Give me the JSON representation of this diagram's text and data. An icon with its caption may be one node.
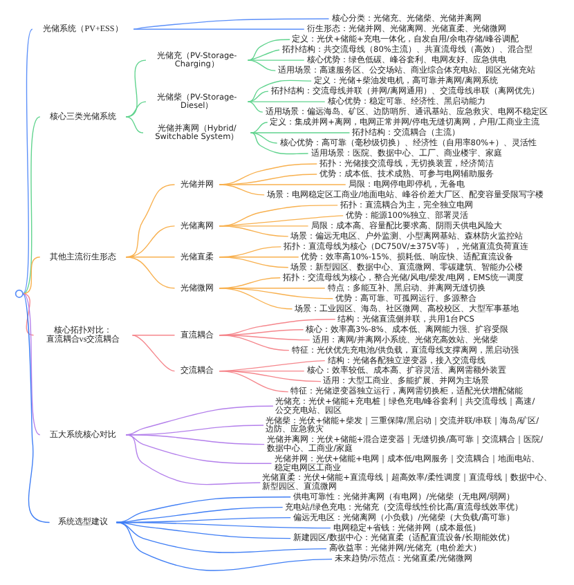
{
  "diagram": {
    "nodes": [
      {
        "text": [],
        "shape": "circle"
      },
      {
        "text": [
          "光储系统（PV+ESS）"
        ]
      },
      {
        "text": [
          "核心分类：光储充、光储柴、光储并离网"
        ]
      },
      {
        "text": [
          "衍生形态：光储并网、光储离网、光储直柔、光储微网"
        ]
      },
      {
        "text": [
          "核心三类光储系统"
        ]
      },
      {
        "text": [
          "光储充（PV-Storage-Charging）"
        ]
      },
      {
        "text": [
          "定义：光伏+储能+充电一体化，自发自用/余电存储/峰谷调配"
        ]
      },
      {
        "text": [
          "拓扑结构：共交流母线（80%主流）、共直流母线（高效）、混合型"
        ]
      },
      {
        "text": [
          "核心优势：绿色低碳、峰谷套利、电网友好、应急供电"
        ]
      },
      {
        "text": [
          "适用场景：高速服务区、公交场站、商业综合体充电站、园区光储充站"
        ]
      },
      {
        "text": [
          "光储柴（PV-Storage-Diesel）"
        ]
      },
      {
        "text": [
          "定义：光储+柴油发电机，高可靠并离网/离网系统"
        ]
      },
      {
        "text": [
          "拓扑结构：交流母线并联（并网/离网通用）、交流母线串联（离网优先）"
        ]
      },
      {
        "text": [
          "核心优势：稳定可靠、经济性、黑启动能力"
        ]
      },
      {
        "text": [
          "适用场景：偏远海岛、矿区、边防哨所、通讯基站、应急救灾、电网不稳定区"
        ]
      },
      {
        "text": [
          "光储并离网（Hybrid/Switchable System）"
        ]
      },
      {
        "text": [
          "定义：集成并网+离网，电网正常并网/停电无缝切离网，户用/工商业主流"
        ]
      },
      {
        "text": [
          "拓扑结构：交流耦合（主流）"
        ]
      },
      {
        "text": [
          "核心优势：高可靠（毫秒级切换）、经济性（自用率80%+）、灵活性"
        ]
      },
      {
        "text": [
          "适用场景：医院、数据中心、工厂、商业楼宇、家庭"
        ]
      },
      {
        "text": [
          "其他主流衍生形态"
        ]
      },
      {
        "text": [
          "光储并网"
        ]
      },
      {
        "text": [
          "拓扑：光储接交流母线，无切换装置，经济简洁"
        ]
      },
      {
        "text": [
          "优势：成本低、技术成熟、可参与电网辅助服务"
        ]
      },
      {
        "text": [
          "局限：电网停电即停机，无备电"
        ]
      },
      {
        "text": [
          "场景：电网稳定区工商业/地面电站、峰谷价差大厂区、配变容量受限写字楼"
        ]
      },
      {
        "text": [
          "光储离网"
        ]
      },
      {
        "text": [
          "拓扑：直流耦合为主，完全独立电网"
        ]
      },
      {
        "text": [
          "优势：能源100%独立、部署灵活"
        ]
      },
      {
        "text": [
          "局限：成本高、容量配比要求高、阴雨天供电风险大"
        ]
      },
      {
        "text": [
          "场景：偏远无电区、户外监测、小型离网基站、森林防火监控站"
        ]
      },
      {
        "text": [
          "光储直柔"
        ]
      },
      {
        "text": [
          "拓扑：直流母线为核心（DC750V/±375V等），光储直流负荷直连"
        ]
      },
      {
        "text": [
          "优势：效率高10%-15%、损耗低、响应快、适配直流设备"
        ]
      },
      {
        "text": [
          "场景：新型园区、数据中心、直流微网、零碳建筑、智能办公楼"
        ]
      },
      {
        "text": [
          "光储微网"
        ]
      },
      {
        "text": [
          "拓扑：交流母线为核心，整合光储/风电/柴发/电网，EMS统一调度"
        ]
      },
      {
        "text": [
          "特点：多能互补、黑启动、并离网无缝切换"
        ]
      },
      {
        "text": [
          "优势：高可靠、可孤网运行、多源整合"
        ]
      },
      {
        "text": [
          "场景：工业园区、海岛、社区微网、高校校区、大型军事基地"
        ]
      },
      {
        "text": [
          "核心拓扑对比：直流耦合vs交流耦合"
        ]
      },
      {
        "text": [
          "直流耦合"
        ]
      },
      {
        "text": [
          "结构：光储直流侧并联，共用1台PCS"
        ]
      },
      {
        "text": [
          "核心：效率高3%-8%、成本低、离网能力强、扩容受限"
        ]
      },
      {
        "text": [
          "适用：离网/并离网小系统、光储充高效站、光储柴"
        ]
      },
      {
        "text": [
          "特征：光伏优先充电池/供负载，直流母线支撑离网，黑启动强"
        ]
      },
      {
        "text": [
          "交流耦合"
        ]
      },
      {
        "text": [
          "结构：光储各配独立逆变器，接入交流母线"
        ]
      },
      {
        "text": [
          "核心：效率较低、成本高、扩容灵活、离网需额外装置"
        ]
      },
      {
        "text": [
          "适用：大型工商业、多能扩展、并网为主场景"
        ]
      },
      {
        "text": [
          "特征：光储逆变器独立运行，离网需切换柜，适配光伏增配储能"
        ]
      },
      {
        "text": [
          "五大系统核心对比"
        ]
      },
      {
        "text": [
          "光储充：光伏+储能+充电桩｜绿色充电/峰谷套利｜共交流母线｜高速/公交充电站、园区"
        ]
      },
      {
        "text": [
          "光储柴：光伏+储能+柴发｜三重保障/黑启动｜交流并联/串联｜海岛/矿区/边防、应急救灾"
        ]
      },
      {
        "text": [
          "光储并离网：光伏+储能+混合逆变器｜无缝切换/高可靠｜交流耦合｜医院/数据中心、工商业/家庭"
        ]
      },
      {
        "text": [
          "光储并网：光伏+储能+电网｜成本低/电网服务｜交流耦合｜地面电站、稳定电网区工商业"
        ]
      },
      {
        "text": [
          "光储直柔：光伏+储能+直流母线｜超高效率/柔性调度｜直流母线｜数据中心、新型园区、直流微网"
        ]
      },
      {
        "text": [
          "系统选型建议"
        ]
      },
      {
        "text": [
          "供电可靠性：光储并离网（有电网）/光储柴（无电网/弱网）"
        ]
      },
      {
        "text": [
          "充电站/绿色充电：光储充（交流母线性价比高/直流母线效率优）"
        ]
      },
      {
        "text": [
          "偏远无电区：光储离网（小负载）/光储柴（大负载/高可靠）"
        ]
      },
      {
        "text": [
          "电网稳定+省钱：光储并网（成本最低）"
        ]
      },
      {
        "text": [
          "新建园区/数据中心：光储直柔（适配直流设备/长期能效优）"
        ]
      },
      {
        "text": [
          "高收益率：光储并网/光储充（电价差大）"
        ]
      },
      {
        "text": [
          "未来趋势/示范点：光储直柔/光储微网"
        ]
      }
    ],
    "edges": [
      {
        "from": 0,
        "to": 1,
        "arrow": "none",
        "color": "#5b8ff9"
      },
      {
        "from": 1,
        "to": 2,
        "arrow": "none",
        "color": "#5b8ff9"
      },
      {
        "from": 1,
        "to": 3,
        "arrow": "none",
        "color": "#5b8ff9"
      },
      {
        "from": 0,
        "to": 4,
        "arrow": "none",
        "color": "#5fd38d"
      },
      {
        "from": 4,
        "to": 5,
        "arrow": "none",
        "color": "#5fd38d"
      },
      {
        "from": 5,
        "to": 6,
        "arrow": "none",
        "color": "#5fd38d"
      },
      {
        "from": 5,
        "to": 7,
        "arrow": "none",
        "color": "#5fd38d"
      },
      {
        "from": 5,
        "to": 8,
        "arrow": "none",
        "color": "#5fd38d"
      },
      {
        "from": 5,
        "to": 9,
        "arrow": "none",
        "color": "#5fd38d"
      },
      {
        "from": 4,
        "to": 10,
        "arrow": "none",
        "color": "#5fd38d"
      },
      {
        "from": 10,
        "to": 11,
        "arrow": "none",
        "color": "#5fd38d"
      },
      {
        "from": 10,
        "to": 12,
        "arrow": "none",
        "color": "#5fd38d"
      },
      {
        "from": 10,
        "to": 13,
        "arrow": "none",
        "color": "#5fd38d"
      },
      {
        "from": 10,
        "to": 14,
        "arrow": "none",
        "color": "#5fd38d"
      },
      {
        "from": 4,
        "to": 15,
        "arrow": "none",
        "color": "#5fd38d"
      },
      {
        "from": 15,
        "to": 16,
        "arrow": "none",
        "color": "#5fd38d"
      },
      {
        "from": 15,
        "to": 17,
        "arrow": "none",
        "color": "#5fd38d"
      },
      {
        "from": 15,
        "to": 18,
        "arrow": "none",
        "color": "#5fd38d"
      },
      {
        "from": 15,
        "to": 19,
        "arrow": "none",
        "color": "#5fd38d"
      },
      {
        "from": 0,
        "to": 20,
        "arrow": "none",
        "color": "#f8b04e"
      },
      {
        "from": 20,
        "to": 21,
        "arrow": "none",
        "color": "#f8b04e"
      },
      {
        "from": 21,
        "to": 22,
        "arrow": "none",
        "color": "#f8b04e"
      },
      {
        "from": 21,
        "to": 23,
        "arrow": "none",
        "color": "#f8b04e"
      },
      {
        "from": 21,
        "to": 24,
        "arrow": "none",
        "color": "#f8b04e"
      },
      {
        "from": 21,
        "to": 25,
        "arrow": "none",
        "color": "#f8b04e"
      },
      {
        "from": 20,
        "to": 26,
        "arrow": "none",
        "color": "#f8b04e"
      },
      {
        "from": 26,
        "to": 27,
        "arrow": "none",
        "color": "#f8b04e"
      },
      {
        "from": 26,
        "to": 28,
        "arrow": "none",
        "color": "#f8b04e"
      },
      {
        "from": 26,
        "to": 29,
        "arrow": "none",
        "color": "#f8b04e"
      },
      {
        "from": 26,
        "to": 30,
        "arrow": "none",
        "color": "#f8b04e"
      },
      {
        "from": 20,
        "to": 31,
        "arrow": "none",
        "color": "#f8b04e"
      },
      {
        "from": 31,
        "to": 32,
        "arrow": "none",
        "color": "#f8b04e"
      },
      {
        "from": 31,
        "to": 33,
        "arrow": "none",
        "color": "#f8b04e"
      },
      {
        "from": 31,
        "to": 34,
        "arrow": "none",
        "color": "#f8b04e"
      },
      {
        "from": 20,
        "to": 35,
        "arrow": "none",
        "color": "#f8b04e"
      },
      {
        "from": 35,
        "to": 36,
        "arrow": "none",
        "color": "#f8b04e"
      },
      {
        "from": 35,
        "to": 37,
        "arrow": "none",
        "color": "#f8b04e"
      },
      {
        "from": 35,
        "to": 38,
        "arrow": "none",
        "color": "#f8b04e"
      },
      {
        "from": 35,
        "to": 39,
        "arrow": "none",
        "color": "#f8b04e"
      },
      {
        "from": 0,
        "to": 40,
        "arrow": "none",
        "color": "#f5868c"
      },
      {
        "from": 40,
        "to": 41,
        "arrow": "none",
        "color": "#f5868c"
      },
      {
        "from": 41,
        "to": 42,
        "arrow": "none",
        "color": "#f5868c"
      },
      {
        "from": 41,
        "to": 43,
        "arrow": "none",
        "color": "#f5868c"
      },
      {
        "from": 41,
        "to": 44,
        "arrow": "none",
        "color": "#f5868c"
      },
      {
        "from": 41,
        "to": 45,
        "arrow": "none",
        "color": "#f5868c"
      },
      {
        "from": 40,
        "to": 46,
        "arrow": "none",
        "color": "#f5868c"
      },
      {
        "from": 46,
        "to": 47,
        "arrow": "none",
        "color": "#f5868c"
      },
      {
        "from": 46,
        "to": 48,
        "arrow": "none",
        "color": "#f5868c"
      },
      {
        "from": 46,
        "to": 49,
        "arrow": "none",
        "color": "#f5868c"
      },
      {
        "from": 46,
        "to": 50,
        "arrow": "none",
        "color": "#f5868c"
      },
      {
        "from": 0,
        "to": 51,
        "arrow": "none",
        "color": "#b37feb"
      },
      {
        "from": 51,
        "to": 52,
        "arrow": "none",
        "color": "#b37feb"
      },
      {
        "from": 51,
        "to": 53,
        "arrow": "none",
        "color": "#b37feb"
      },
      {
        "from": 51,
        "to": 54,
        "arrow": "none",
        "color": "#b37feb"
      },
      {
        "from": 51,
        "to": 55,
        "arrow": "none",
        "color": "#b37feb"
      },
      {
        "from": 51,
        "to": 56,
        "arrow": "none",
        "color": "#b37feb"
      },
      {
        "from": 0,
        "to": 57,
        "arrow": "none",
        "color": "#3f7ef5"
      },
      {
        "from": 57,
        "to": 58,
        "arrow": "none",
        "color": "#3f7ef5"
      },
      {
        "from": 57,
        "to": 59,
        "arrow": "none",
        "color": "#3f7ef5"
      },
      {
        "from": 57,
        "to": 60,
        "arrow": "none",
        "color": "#3f7ef5"
      },
      {
        "from": 57,
        "to": 61,
        "arrow": "none",
        "color": "#3f7ef5"
      },
      {
        "from": 57,
        "to": 62,
        "arrow": "none",
        "color": "#3f7ef5"
      },
      {
        "from": 57,
        "to": 63,
        "arrow": "none",
        "color": "#3f7ef5"
      },
      {
        "from": 57,
        "to": 64,
        "arrow": "none",
        "color": "#3f7ef5"
      }
    ]
  }
}
